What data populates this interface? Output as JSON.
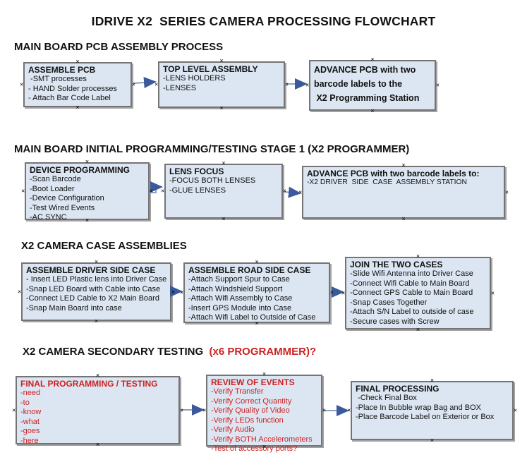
{
  "title": "IDRIVE X2  SERIES CAMERA PROCESSING FLOWCHART",
  "colors": {
    "box_fill": "#dce6f2",
    "box_border": "#747474",
    "arrow_line": "#8aa0c2",
    "arrow_head": "#3a5a9b",
    "red_text": "#cc2222",
    "text": "#111111"
  },
  "icons": {
    "connection_handle": "×",
    "flow_arrow": "→"
  },
  "sections": [
    {
      "heading": "MAIN BOARD PCB ASSEMBLY PROCESS",
      "boxes": [
        {
          "title": "ASSEMBLE PCB",
          "lines": [
            " -SMT processes",
            "- HAND Solder processes",
            "- Attach Bar Code Label"
          ]
        },
        {
          "title": "TOP LEVEL ASSEMBLY",
          "lines": [
            "-LENS HOLDERS",
            "-LENSES"
          ]
        },
        {
          "title": "ADVANCE PCB with two\nbarcode labels to the\n X2 Programming Station",
          "lines": []
        }
      ]
    },
    {
      "heading": "MAIN BOARD INITIAL PROGRAMMING/TESTING STAGE 1 (X2 PROGRAMMER)",
      "boxes": [
        {
          "title": "DEVICE PROGRAMMING",
          "lines": [
            "-Scan Barcode",
            "-Boot Loader",
            "-Device Configuration",
            "-Test Wired Events",
            "-AC SYNC"
          ]
        },
        {
          "title": "LENS FOCUS",
          "lines": [
            "-FOCUS BOTH LENSES",
            "-GLUE LENSES"
          ]
        },
        {
          "title": "ADVANCE PCB with two barcode labels to:",
          "lines": [
            "-X2 DRIVER  SIDE  CASE  ASSEMBLY STATION"
          ]
        }
      ]
    },
    {
      "heading": "X2 CAMERA CASE ASSEMBLIES",
      "boxes": [
        {
          "title": "ASSEMBLE DRIVER SIDE CASE",
          "lines": [
            "- Insert LED Plastic lens into Driver Case",
            "-Snap LED Board with Cable into Case",
            "-Connect LED Cable to X2 Main Board",
            "-Snap Main Board into case"
          ]
        },
        {
          "title": "ASSEMBLE ROAD SIDE CASE",
          "lines": [
            "-Attach Support Spur to Case",
            "-Attach Windshield Support",
            "-Attach Wifi Assembly to Case",
            "-Insert GPS Module into Case",
            "-Attach Wifi Label to Outside of Case"
          ]
        },
        {
          "title": "JOIN THE TWO CASES",
          "lines": [
            "-Slide Wifi Antenna into Driver Case",
            "-Connect Wifi Cable to Main Board",
            "-Connect GPS Cable to Main Board",
            "-Snap Cases Together",
            "-Attach S/N Label to outside of case",
            "-Secure cases with Screw"
          ]
        }
      ]
    },
    {
      "heading": "X2 CAMERA SECONDARY TESTING  ",
      "heading_suffix": "(x6 PROGRAMMER)?",
      "boxes": [
        {
          "title": "FINAL PROGRAMMING / TESTING",
          "lines": [
            "-need",
            "-to",
            "-know",
            "-what",
            "-goes",
            "-here"
          ]
        },
        {
          "title": "REVIEW OF EVENTS",
          "lines": [
            "-Verify Transfer",
            "-Verify Correct Quantity",
            "-Verify Quality of Video",
            "-Verify LEDs function",
            "-Verify Audio",
            "-Verify BOTH Accelerometers",
            "-Test of accessory ports?"
          ]
        },
        {
          "title": "FINAL PROCESSING",
          "lines": [
            " -Check Final Box",
            "-Place In Bubble wrap Bag and BOX",
            "-Place Barcode Label on Exterior or Box"
          ]
        }
      ]
    }
  ]
}
